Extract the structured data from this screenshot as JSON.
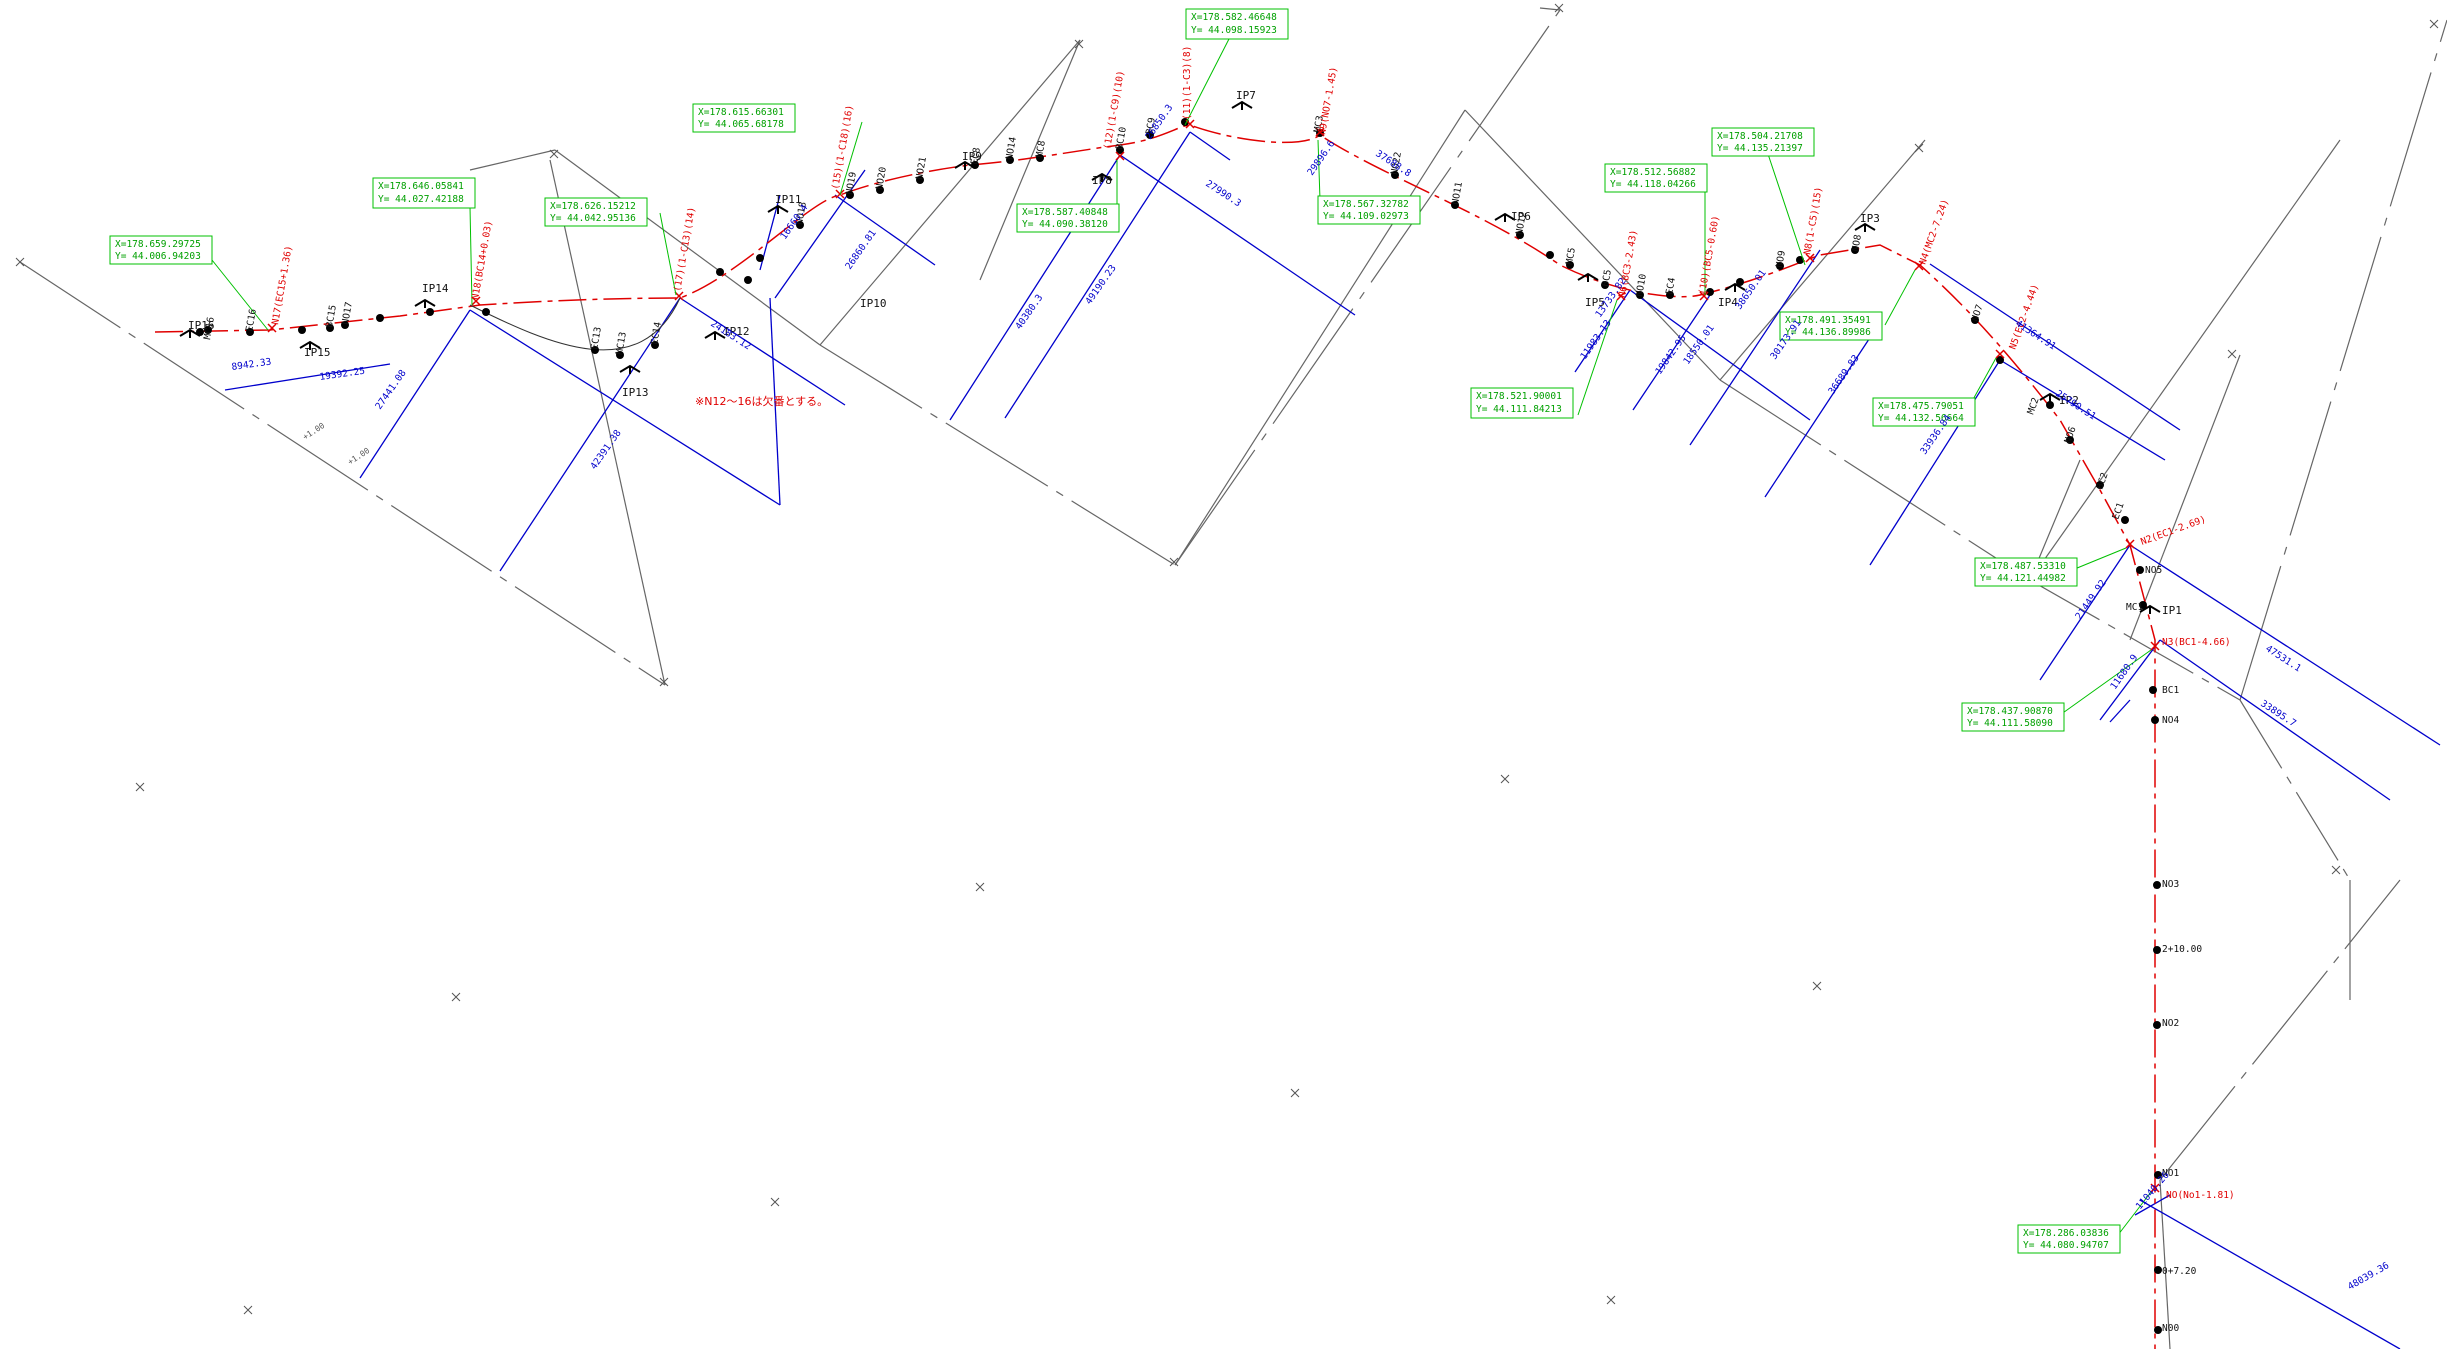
{
  "colors": {
    "centerline": "#e00000",
    "dimension": "#0000cc",
    "callout": "#00c000",
    "construction": "#666666",
    "point": "#000000"
  },
  "note": "※N12～16は欠番とする。",
  "coord_boxes": [
    {
      "x": "X=178.582.46648",
      "y": "Y= 44.098.15923"
    },
    {
      "x": "X=178.615.66301",
      "y": "Y= 44.065.68178"
    },
    {
      "x": "X=178.646.05841",
      "y": "Y= 44.027.42188"
    },
    {
      "x": "X=178.659.29725",
      "y": "Y= 44.006.94203"
    },
    {
      "x": "X=178.626.15212",
      "y": "Y= 44.042.95136"
    },
    {
      "x": "X=178.587.40848",
      "y": "Y= 44.090.38120"
    },
    {
      "x": "X=178.567.32782",
      "y": "Y= 44.109.02973"
    },
    {
      "x": "X=178.512.56882",
      "y": "Y= 44.118.04266"
    },
    {
      "x": "X=178.504.21708",
      "y": "Y= 44.135.21397"
    },
    {
      "x": "X=178.491.35491",
      "y": "Y= 44.136.89986"
    },
    {
      "x": "X=178.521.90001",
      "y": "Y= 44.111.84213"
    },
    {
      "x": "X=178.475.79051",
      "y": "Y= 44.132.56664"
    },
    {
      "x": "X=178.487.53310",
      "y": "Y= 44.121.44982"
    },
    {
      "x": "X=178.437.90870",
      "y": "Y= 44.111.58090"
    },
    {
      "x": "X=178.286.03836",
      "y": "Y= 44.080.94707"
    }
  ],
  "ip_labels": [
    "IP16",
    "IP15",
    "IP14",
    "IP13",
    "IP12",
    "IP11",
    "IP10",
    "IP9",
    "IP8",
    "IP7",
    "IP6",
    "IP5",
    "IP4",
    "IP3",
    "IP2",
    "IP1"
  ],
  "station_labels_vertical": [
    "N00",
    "0+7.20",
    "NO1",
    "NO2",
    "2+10.00",
    "NO3",
    "NO4",
    "BC1",
    "MC1",
    "NO5",
    "EC1",
    "BC2",
    "NO6",
    "MC2",
    "NO7",
    "NO8",
    "NO9",
    "NO10",
    "NO11",
    "BC5",
    "NO14",
    "BC9",
    "BC10",
    "EC16",
    "BC15",
    "MC16",
    "NO17",
    "MC8",
    "NO18",
    "NO19",
    "NO20",
    "NO21",
    "EC8",
    "NO22",
    "EC4",
    "MC5",
    "NO12",
    "EC13",
    "MC3",
    "EC14",
    "MC13"
  ],
  "red_labels": [
    "NO(No1-1.81)",
    "N3(BC1-4.66)",
    "N2(EC1-2.69)",
    "N5(EC2-4.44)",
    "N4(MC2-7.24)",
    "N8(1-C5)(15)",
    "N6(BC3-2.43)",
    "(10)(BC5-0.60)",
    "N9(NO7-1.45)",
    "(11)(1-C3)(8)",
    "(12)(1-C9)(10)",
    "(15)(1-C18)(16)",
    "N17(EC15+1.36)",
    "N18(BC14+0.03)",
    "(17)(1-C13)(14)"
  ],
  "dimensions": [
    "47531.1",
    "33895.7",
    "11680.9",
    "21449.92",
    "33936.84",
    "25790.51",
    "41364.91",
    "36689.83",
    "30173.91",
    "19842.95",
    "11983.13",
    "37688.8",
    "27990.3",
    "49190.23",
    "40380.3",
    "26860.81",
    "16660.4",
    "24183.12",
    "42391.38",
    "27441.08",
    "19392.25",
    "8942.33",
    "48039.36",
    "13733.82",
    "29896.6",
    "18550.01",
    "38650.01",
    "26850.3",
    "11040.26"
  ],
  "grid_marks": [
    "+1.00",
    "+1.00"
  ]
}
